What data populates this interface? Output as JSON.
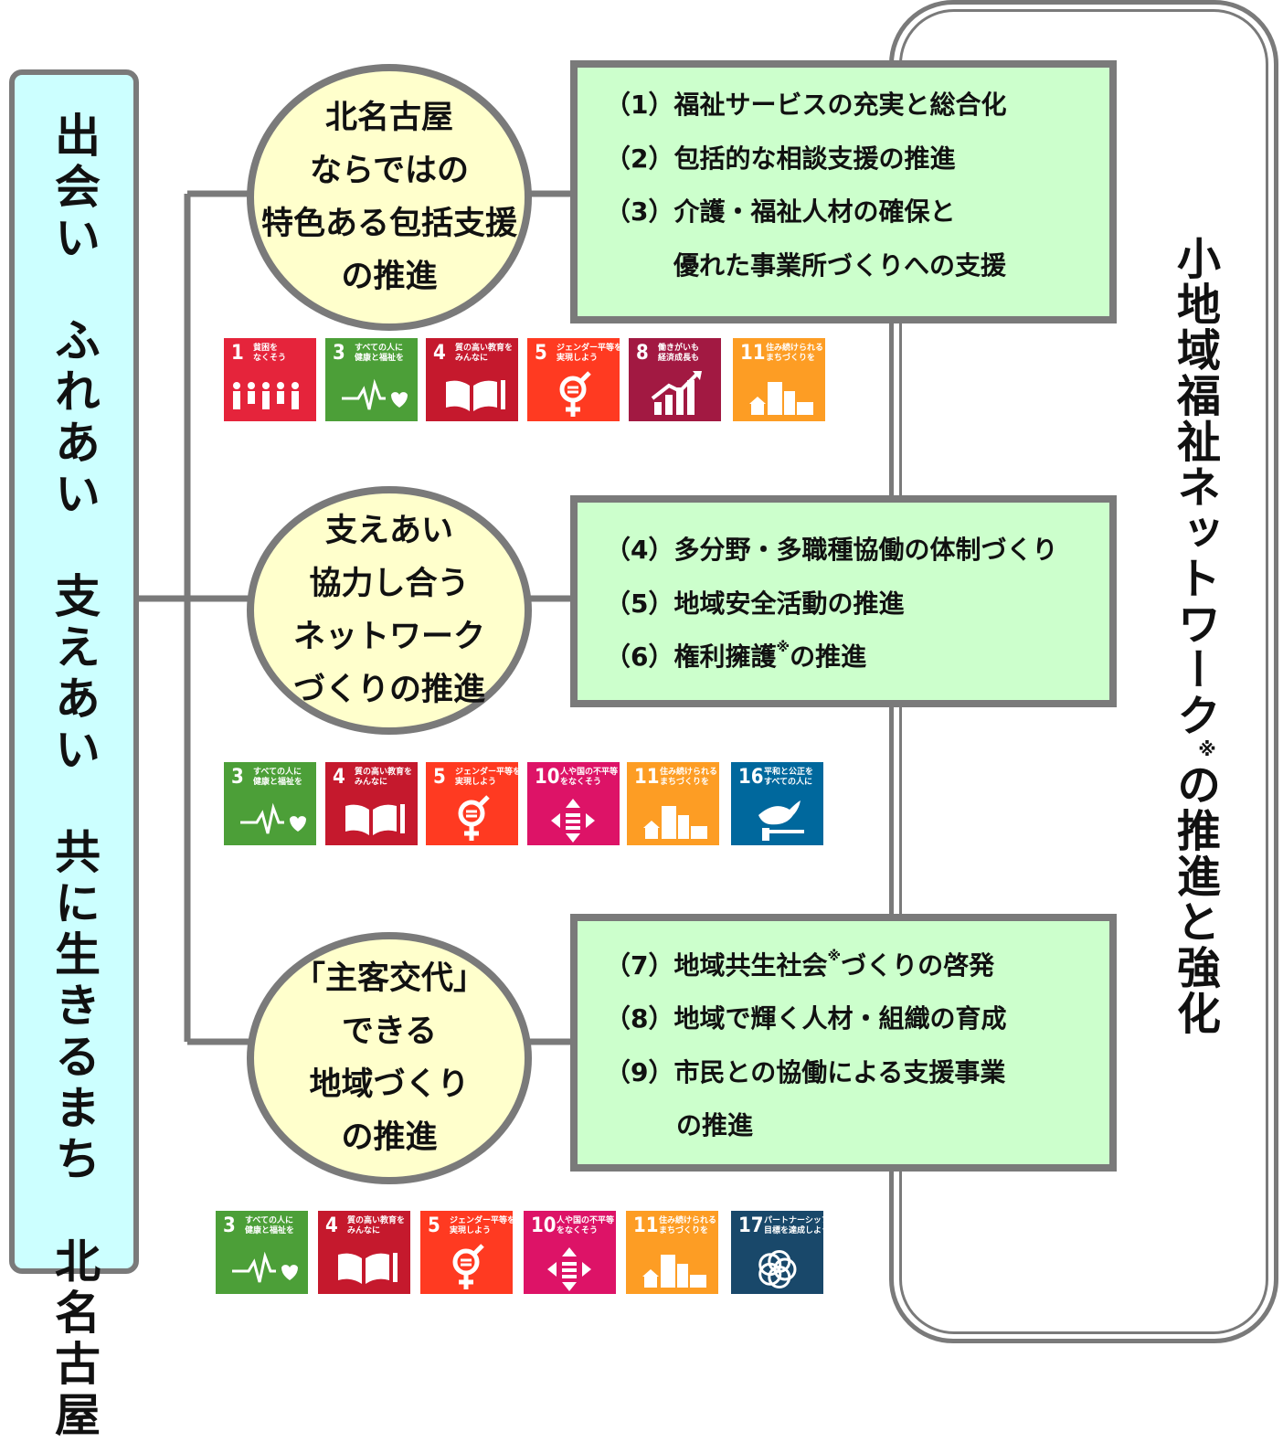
{
  "left_banner": {
    "text": "出会い　ふれあい　支えあい　共に生きるまち　北名古屋"
  },
  "right_banner": {
    "text": "小地域福祉ネットワーク",
    "mark": "※",
    "text2": "の推進と強化"
  },
  "pillars": [
    {
      "circle_text": "北名古屋\nならではの\n特色ある包括支援\nの推進",
      "items": [
        {
          "num": "（1）",
          "text": "福祉サービスの充実と総合化"
        },
        {
          "num": "（2）",
          "text": "包括的な相談支援の推進"
        },
        {
          "num": "（3）",
          "text": "介護・福祉人材の確保と"
        },
        {
          "num": "",
          "text": "優れた事業所づくりへの支援"
        }
      ],
      "sdgs": [
        {
          "num": "1",
          "label": "貧困を\nなくそう",
          "color": "#e5243b",
          "icon": "family-icon"
        },
        {
          "num": "3",
          "label": "すべての人に\n健康と福祉を",
          "color": "#4c9f38",
          "icon": "heartbeat-icon"
        },
        {
          "num": "4",
          "label": "質の高い教育を\nみんなに",
          "color": "#c5192d",
          "icon": "book-icon"
        },
        {
          "num": "5",
          "label": "ジェンダー平等を\n実現しよう",
          "color": "#ff3a21",
          "icon": "gender-icon"
        },
        {
          "num": "8",
          "label": "働きがいも\n経済成長も",
          "color": "#a21942",
          "icon": "growth-chart-icon"
        },
        {
          "num": "11",
          "label": "住み続けられる\nまちづくりを",
          "color": "#fd9d24",
          "icon": "city-icon"
        }
      ]
    },
    {
      "circle_text": "支えあい\n協力し合う\nネットワーク\nづくりの推進",
      "items": [
        {
          "num": "（4）",
          "text": "多分野・多職種協働の体制づくり"
        },
        {
          "num": "（5）",
          "text": "地域安全活動の推進"
        },
        {
          "num": "（6）",
          "text": "権利擁護",
          "mark": "※",
          "text2": "の推進"
        }
      ],
      "sdgs": [
        {
          "num": "3",
          "label": "すべての人に\n健康と福祉を",
          "color": "#4c9f38",
          "icon": "heartbeat-icon"
        },
        {
          "num": "4",
          "label": "質の高い教育を\nみんなに",
          "color": "#c5192d",
          "icon": "book-icon"
        },
        {
          "num": "5",
          "label": "ジェンダー平等を\n実現しよう",
          "color": "#ff3a21",
          "icon": "gender-icon"
        },
        {
          "num": "10",
          "label": "人や国の不平等\nをなくそう",
          "color": "#dd1367",
          "icon": "equality-icon"
        },
        {
          "num": "11",
          "label": "住み続けられる\nまちづくりを",
          "color": "#fd9d24",
          "icon": "city-icon"
        },
        {
          "num": "16",
          "label": "平和と公正を\nすべての人に",
          "color": "#00689d",
          "icon": "dove-icon"
        }
      ]
    },
    {
      "circle_text": "「主客交代」\nできる\n地域づくり\nの推進",
      "items": [
        {
          "num": "（7）",
          "text": "地域共生社会",
          "mark": "※",
          "text2": "づくりの啓発"
        },
        {
          "num": "（8）",
          "text": "地域で輝く人材・組織の育成"
        },
        {
          "num": "（9）",
          "text": "市民との協働による支援事業"
        },
        {
          "num": "",
          "text": "の推進"
        }
      ],
      "sdgs": [
        {
          "num": "3",
          "label": "すべての人に\n健康と福祉を",
          "color": "#4c9f38",
          "icon": "heartbeat-icon"
        },
        {
          "num": "4",
          "label": "質の高い教育を\nみんなに",
          "color": "#c5192d",
          "icon": "book-icon"
        },
        {
          "num": "5",
          "label": "ジェンダー平等を\n実現しよう",
          "color": "#ff3a21",
          "icon": "gender-icon"
        },
        {
          "num": "10",
          "label": "人や国の不平等\nをなくそう",
          "color": "#dd1367",
          "icon": "equality-icon"
        },
        {
          "num": "11",
          "label": "住み続けられる\nまちづくりを",
          "color": "#fd9d24",
          "icon": "city-icon"
        },
        {
          "num": "17",
          "label": "パートナーシップで\n目標を達成しよう",
          "color": "#19486a",
          "icon": "partnership-icon"
        }
      ]
    }
  ]
}
